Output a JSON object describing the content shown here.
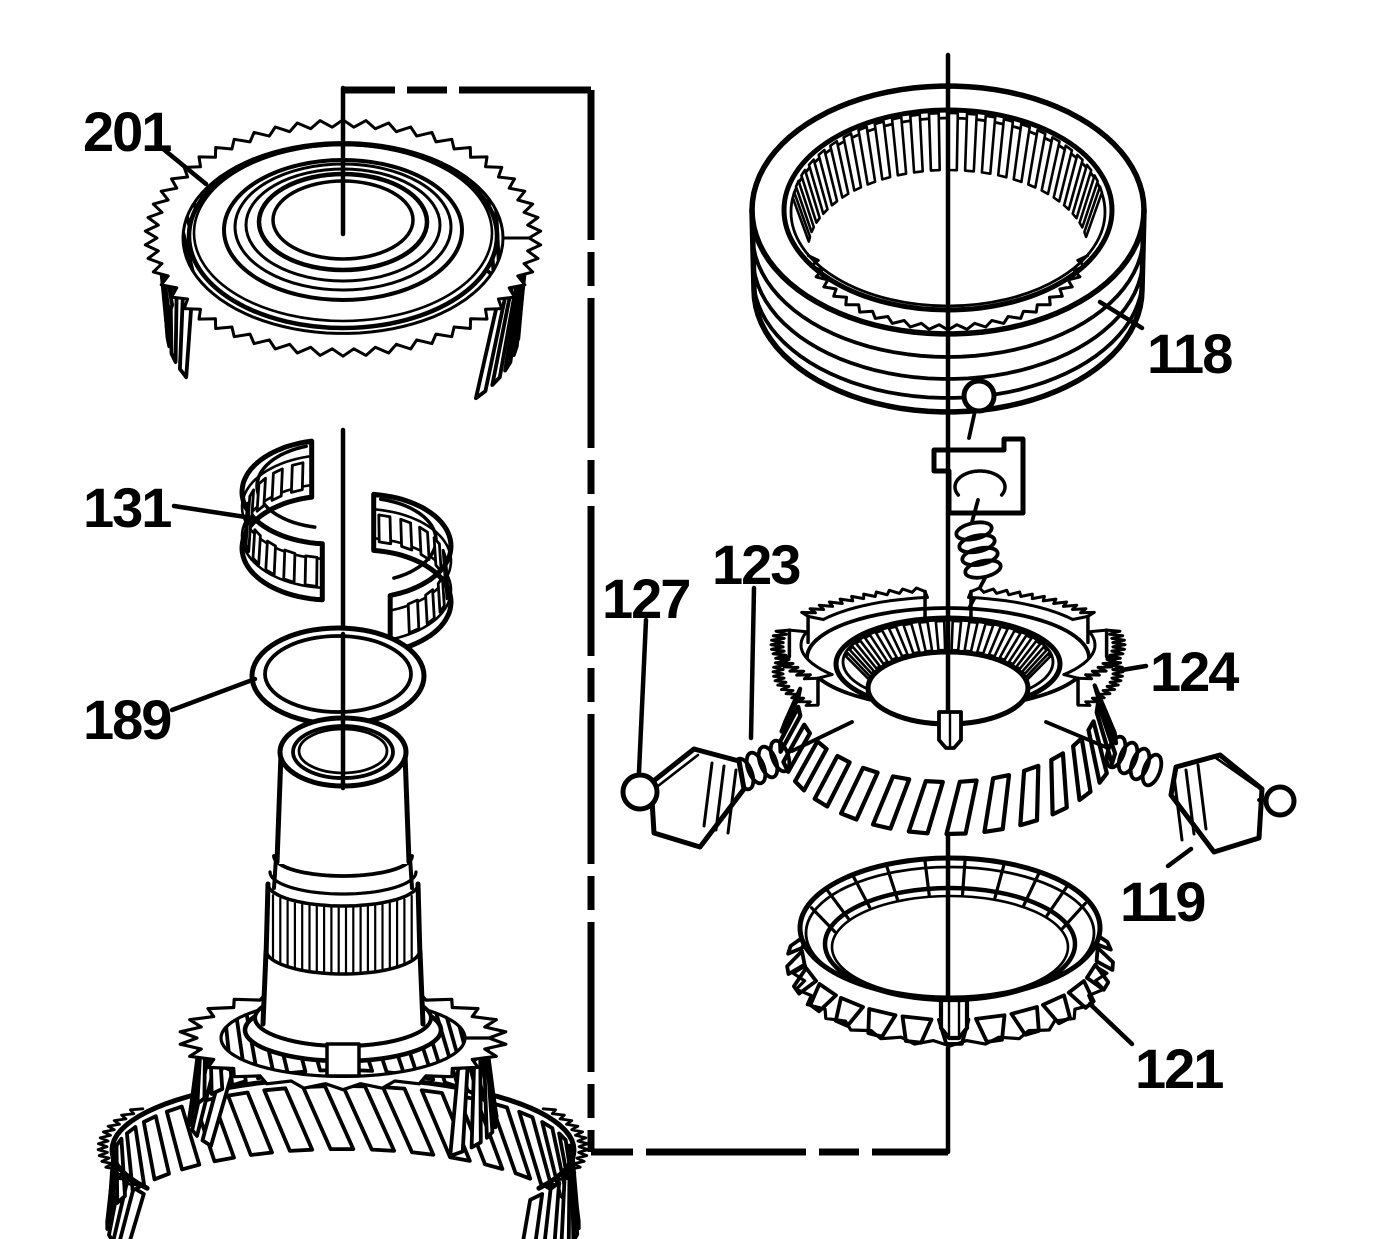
{
  "figure": {
    "background_color": "#ffffff",
    "line_color": "#000000",
    "labels": [
      {
        "text": "201"
      },
      {
        "text": "131"
      },
      {
        "text": "189"
      },
      {
        "text": "118"
      },
      {
        "text": "127"
      },
      {
        "text": "123"
      },
      {
        "text": "124"
      },
      {
        "text": "119"
      },
      {
        "text": "121"
      }
    ]
  }
}
